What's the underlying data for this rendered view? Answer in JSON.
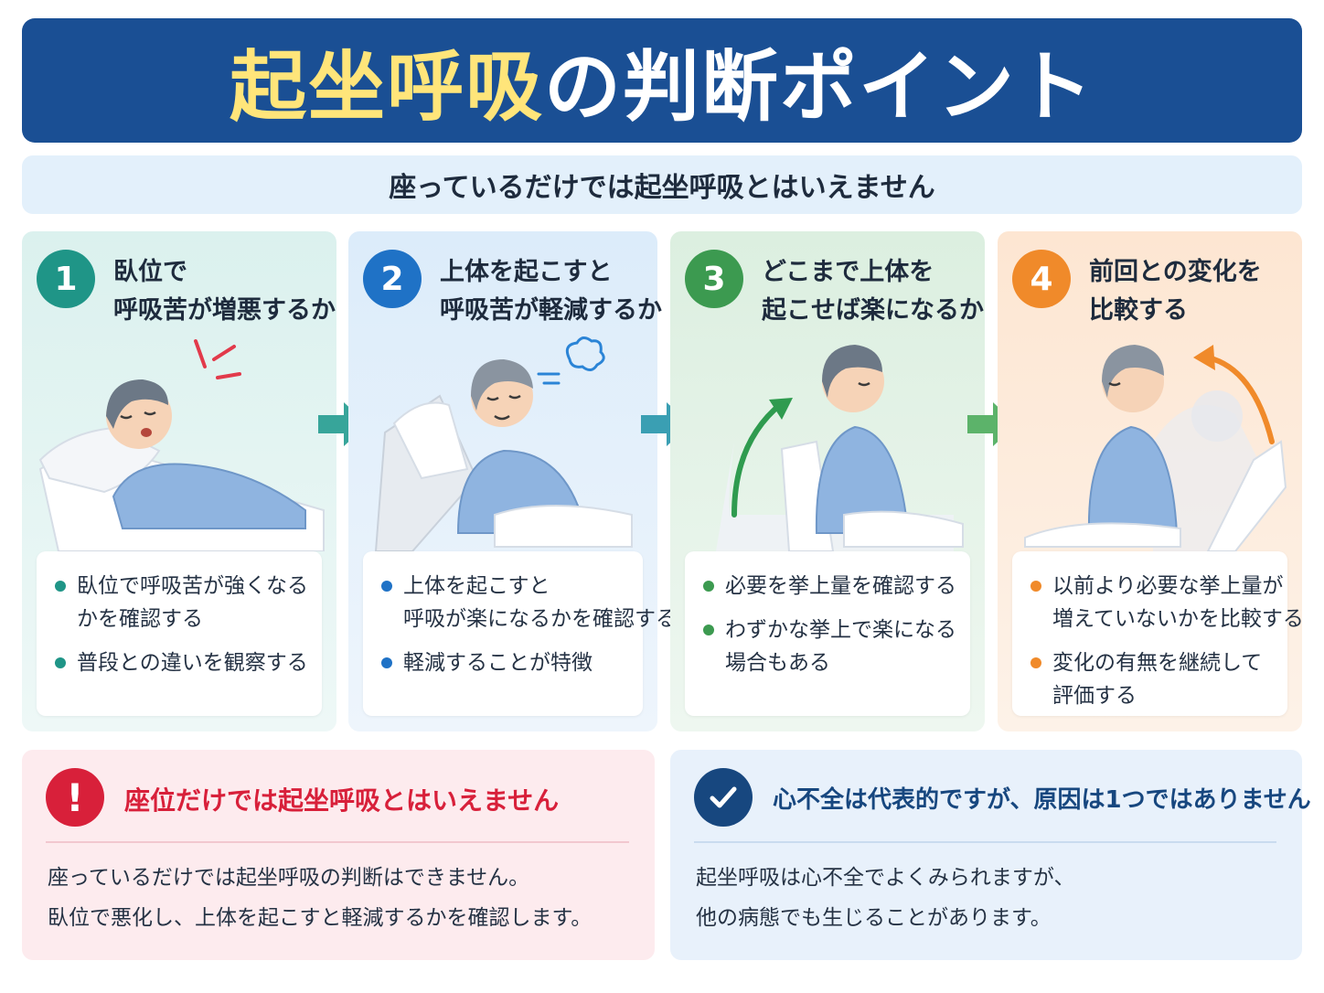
{
  "header": {
    "title_highlight": "起坐呼吸",
    "title_rest": "の判断ポイント",
    "subtitle": "座っているだけでは起坐呼吸とはいえません"
  },
  "steps": [
    {
      "number": "1",
      "title_lines": [
        "臥位で",
        "呼吸苦が増悪するか"
      ],
      "points": [
        {
          "lines": [
            "臥位で呼吸苦が強くなる",
            "かを確認する"
          ]
        },
        {
          "lines": [
            "普段との違いを観察する"
          ]
        }
      ]
    },
    {
      "number": "2",
      "title_lines": [
        "上体を起こすと",
        "呼吸苦が軽減するか"
      ],
      "points": [
        {
          "lines": [
            "上体を起こすと",
            "呼吸が楽になるかを確認する"
          ]
        },
        {
          "lines": [
            "軽減することが特徴"
          ]
        }
      ]
    },
    {
      "number": "3",
      "title_lines": [
        "どこまで上体を",
        "起こせば楽になるか"
      ],
      "points": [
        {
          "lines": [
            "必要を挙上量を確認する"
          ]
        },
        {
          "lines": [
            "わずかな挙上で楽になる",
            "場合もある"
          ]
        }
      ]
    },
    {
      "number": "4",
      "title_lines": [
        "前回との変化を",
        "比較する"
      ],
      "points": [
        {
          "lines": [
            "以前より必要な挙上量が",
            "増えていないかを比較する"
          ]
        },
        {
          "lines": [
            "変化の有無を継続して",
            "評価する"
          ]
        }
      ]
    }
  ],
  "notes": {
    "warning": {
      "icon": "!",
      "title": "座位だけでは起坐呼吸とはいえません",
      "body_lines": [
        "座っているだけでは起坐呼吸の判断はできません。",
        "臥位で悪化し、上体を起こすと軽減するかを確認します。"
      ]
    },
    "info": {
      "title": "心不全は代表的ですが、原因は1つではありません",
      "body_lines": [
        "起坐呼吸は心不全でよくみられますが、",
        "他の病態でも生じることがあります。"
      ]
    }
  },
  "colors": {
    "banner": "#1a4f94",
    "highlight": "#ffe57a",
    "teal": "#1f9587",
    "blue": "#1f72c6",
    "green": "#3c9a50",
    "orange": "#f08a2a",
    "warning": "#d8203a",
    "navy": "#17477f"
  }
}
